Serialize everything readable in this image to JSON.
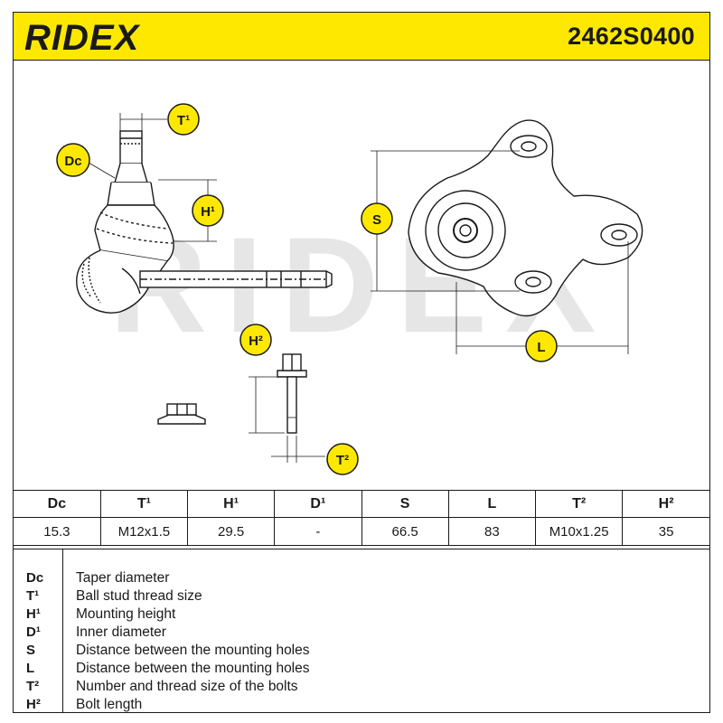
{
  "header": {
    "brand": "RIDEX",
    "part_number": "2462S0400"
  },
  "drawing": {
    "watermark": "RIDEX",
    "labels": {
      "dc": "Dc",
      "t1": "T¹",
      "h1": "H¹",
      "s": "S",
      "l": "L",
      "h2": "H²",
      "t2": "T²"
    }
  },
  "spec_table": {
    "headers": [
      "Dc",
      "T¹",
      "H¹",
      "D¹",
      "S",
      "L",
      "T²",
      "H²"
    ],
    "values": [
      "15.3",
      "M12x1.5",
      "29.5",
      "-",
      "66.5",
      "83",
      "M10x1.25",
      "35"
    ]
  },
  "legend": [
    {
      "key": "Dc",
      "desc": "Taper diameter"
    },
    {
      "key": "T¹",
      "desc": "Ball stud thread size"
    },
    {
      "key": "H¹",
      "desc": "Mounting height"
    },
    {
      "key": "D¹",
      "desc": "Inner diameter"
    },
    {
      "key": "S",
      "desc": "Distance between the mounting holes"
    },
    {
      "key": "L",
      "desc": "Distance between the mounting holes"
    },
    {
      "key": "T²",
      "desc": "Number and thread size of the bolts"
    },
    {
      "key": "H²",
      "desc": "Bolt length"
    }
  ],
  "colors": {
    "header_bg": "#fee800",
    "badge_bg": "#fee800",
    "line": "#1a1a1a",
    "watermark": "#e6e6e6"
  }
}
